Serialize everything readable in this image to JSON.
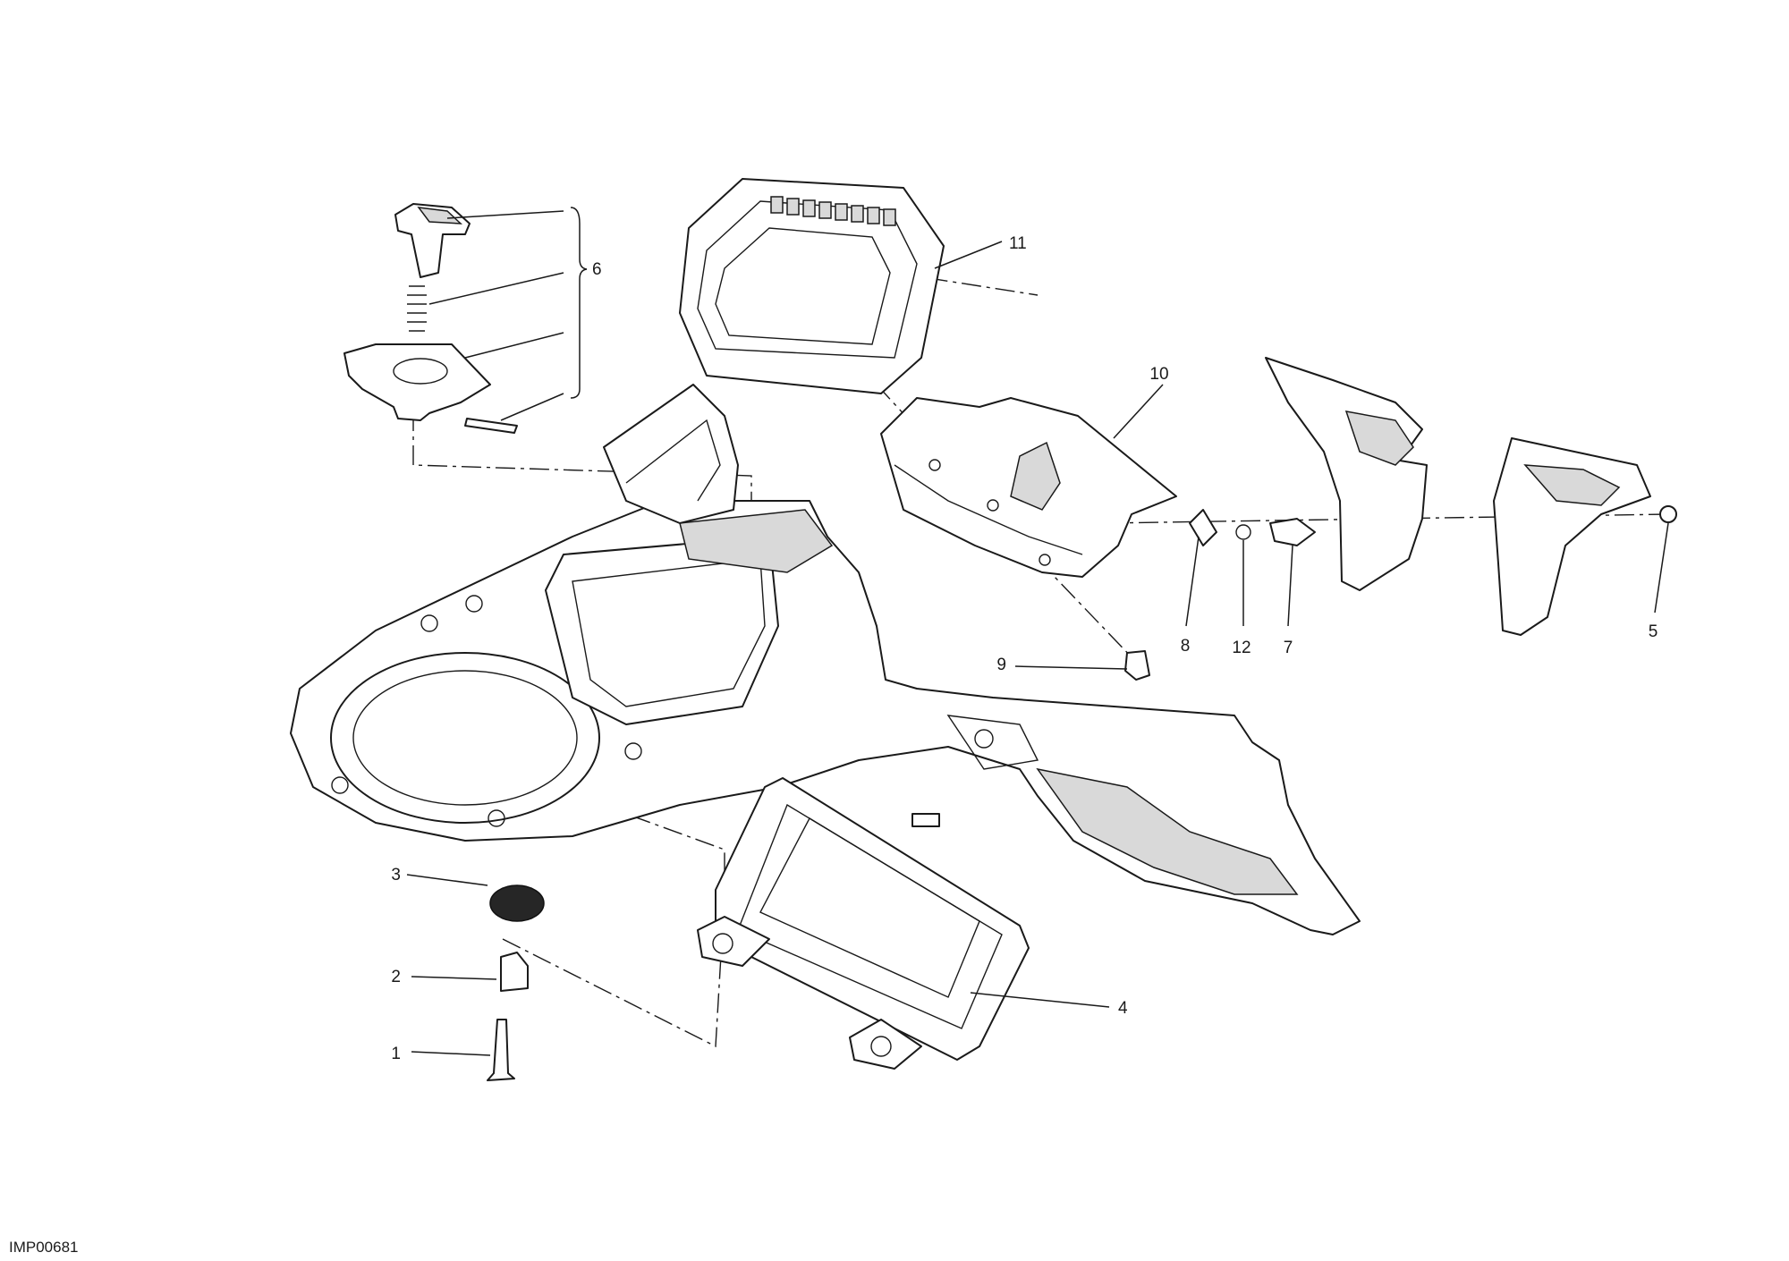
{
  "drawing_code": "IMP00681",
  "callouts": [
    "1",
    "2",
    "3",
    "4",
    "5",
    "6",
    "7",
    "8",
    "9",
    "10",
    "11",
    "12"
  ]
}
